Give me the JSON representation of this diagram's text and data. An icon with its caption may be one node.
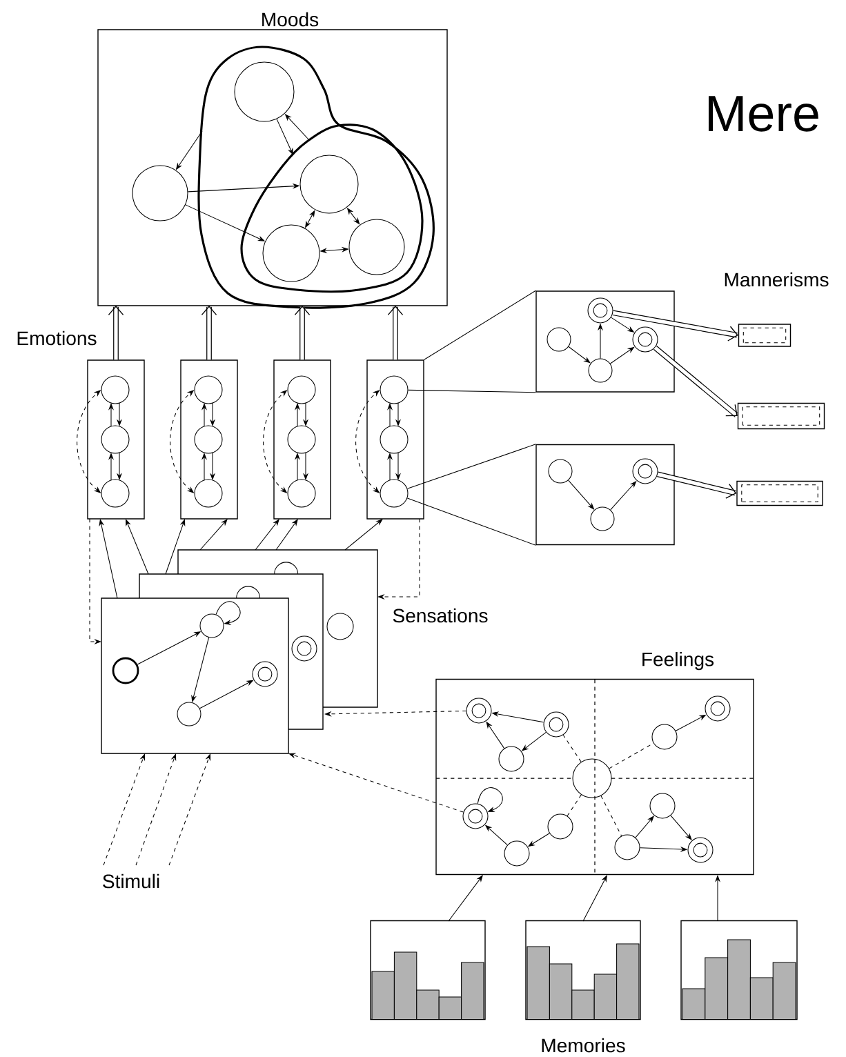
{
  "diagram": {
    "nodes": [
      {
        "text": [
          "Moods"
        ]
      },
      {
        "text": [],
        "shape": "blob",
        "in": 0
      },
      {
        "text": [],
        "shape": "blob",
        "in": 1
      },
      {
        "text": [],
        "shape": "circle",
        "in": 1
      },
      {
        "text": [],
        "shape": "circle",
        "in": 0
      },
      {
        "text": [],
        "shape": "circle",
        "in": 2
      },
      {
        "text": [],
        "shape": "circle",
        "in": 2
      },
      {
        "text": [],
        "shape": "circle",
        "in": 2
      },
      {
        "text": [],
        "shape": "box"
      },
      {
        "text": [],
        "shape": "circle",
        "in": 8
      },
      {
        "text": [],
        "shape": "circle",
        "in": 8
      },
      {
        "text": [],
        "shape": "circle",
        "in": 8
      },
      {
        "text": [],
        "shape": "box"
      },
      {
        "text": [],
        "shape": "circle",
        "in": 12
      },
      {
        "text": [],
        "shape": "circle",
        "in": 12
      },
      {
        "text": [],
        "shape": "circle",
        "in": 12
      },
      {
        "text": [],
        "shape": "box"
      },
      {
        "text": [],
        "shape": "circle",
        "in": 16
      },
      {
        "text": [],
        "shape": "circle",
        "in": 16
      },
      {
        "text": [],
        "shape": "circle",
        "in": 16
      },
      {
        "text": [],
        "shape": "box"
      },
      {
        "text": [],
        "shape": "circle",
        "in": 20
      },
      {
        "text": [],
        "shape": "circle",
        "in": 20
      },
      {
        "text": [],
        "shape": "circle",
        "in": 20
      },
      {
        "text": [],
        "shape": "box"
      },
      {
        "text": [],
        "shape": "circle",
        "in": 24
      },
      {
        "text": [],
        "shape": "ring",
        "in": 24
      },
      {
        "text": [],
        "shape": "circle",
        "in": 24
      },
      {
        "text": [],
        "shape": "ring",
        "in": 24
      },
      {
        "text": [],
        "shape": "box"
      },
      {
        "text": [],
        "shape": "circle",
        "in": 29
      },
      {
        "text": [],
        "shape": "circle",
        "in": 29
      },
      {
        "text": [],
        "shape": "ring",
        "in": 29
      },
      {
        "text": [],
        "shape": "box"
      },
      {
        "text": [],
        "shape": "box"
      },
      {
        "text": [],
        "shape": "box"
      },
      {
        "text": [],
        "shape": "box"
      },
      {
        "text": [],
        "shape": "circle",
        "in": 36
      },
      {
        "text": [],
        "shape": "circle",
        "in": 36
      },
      {
        "text": [],
        "shape": "circle",
        "in": 36
      },
      {
        "text": [],
        "shape": "ring",
        "in": 36
      },
      {
        "text": [],
        "shape": "circle"
      },
      {
        "text": [],
        "shape": "circle",
        "in": 36
      },
      {
        "text": [],
        "shape": "circle"
      },
      {
        "text": [],
        "shape": "ring",
        "in": 36
      },
      {
        "text": [
          "Stimuli"
        ]
      },
      {
        "text": [
          "Feelings"
        ]
      },
      {
        "text": [],
        "shape": "circle",
        "in": 46
      },
      {
        "text": [],
        "shape": "ring",
        "in": 46
      },
      {
        "text": [],
        "shape": "ring",
        "in": 46
      },
      {
        "text": [],
        "shape": "circle",
        "in": 46
      },
      {
        "text": [],
        "shape": "ring",
        "in": 46
      },
      {
        "text": [],
        "shape": "circle",
        "in": 46
      },
      {
        "text": [],
        "shape": "ring",
        "in": 46
      },
      {
        "text": [],
        "shape": "circle",
        "in": 46
      },
      {
        "text": [],
        "shape": "circle",
        "in": 46
      },
      {
        "text": [],
        "shape": "circle",
        "in": 46
      },
      {
        "text": [],
        "shape": "circle",
        "in": 46
      },
      {
        "text": [],
        "shape": "ring",
        "in": 46
      },
      {
        "text": [],
        "shape": "picture"
      },
      {
        "text": [],
        "shape": "picture"
      },
      {
        "text": [],
        "shape": "picture"
      }
    ],
    "edges": [
      {
        "from": 1,
        "to": 4,
        "arrow": "to"
      },
      {
        "from": 3,
        "to": 2,
        "arrow": "to"
      },
      {
        "from": 2,
        "to": 3,
        "arrow": "to"
      },
      {
        "from": 4,
        "to": 5,
        "arrow": "to"
      },
      {
        "from": 4,
        "to": 6,
        "arrow": "to"
      },
      {
        "from": 5,
        "to": 6,
        "arrow": "both"
      },
      {
        "from": 5,
        "to": 7,
        "arrow": "both"
      },
      {
        "from": 6,
        "to": 7,
        "arrow": "both"
      },
      {
        "from": 9,
        "to": 10,
        "arrow": "to"
      },
      {
        "from": 10,
        "to": 9,
        "arrow": "to"
      },
      {
        "from": 10,
        "to": 11,
        "arrow": "to"
      },
      {
        "from": 11,
        "to": 10,
        "arrow": "to"
      },
      {
        "from": 11,
        "to": 9,
        "arrow": "both",
        "style": "dashed"
      },
      {
        "from": 13,
        "to": 14,
        "arrow": "to"
      },
      {
        "from": 14,
        "to": 13,
        "arrow": "to"
      },
      {
        "from": 14,
        "to": 15,
        "arrow": "to"
      },
      {
        "from": 15,
        "to": 14,
        "arrow": "to"
      },
      {
        "from": 15,
        "to": 13,
        "arrow": "both",
        "style": "dashed"
      },
      {
        "from": 17,
        "to": 18,
        "arrow": "to"
      },
      {
        "from": 18,
        "to": 17,
        "arrow": "to"
      },
      {
        "from": 18,
        "to": 19,
        "arrow": "to"
      },
      {
        "from": 19,
        "to": 18,
        "arrow": "to"
      },
      {
        "from": 19,
        "to": 17,
        "arrow": "both",
        "style": "dashed"
      },
      {
        "from": 21,
        "to": 22,
        "arrow": "to"
      },
      {
        "from": 22,
        "to": 21,
        "arrow": "to"
      },
      {
        "from": 22,
        "to": 23,
        "arrow": "to"
      },
      {
        "from": 23,
        "to": 22,
        "arrow": "to"
      },
      {
        "from": 23,
        "to": 21,
        "arrow": "both",
        "style": "dashed"
      },
      {
        "from": 8,
        "to": 0,
        "arrow": "to",
        "style": "thick"
      },
      {
        "from": 12,
        "to": 0,
        "arrow": "to",
        "style": "thick"
      },
      {
        "from": 16,
        "to": 0,
        "arrow": "to",
        "style": "thick"
      },
      {
        "from": 20,
        "to": 0,
        "arrow": "to",
        "style": "thick"
      },
      {
        "from": 20,
        "to": 24,
        "arrow": "none"
      },
      {
        "from": 21,
        "to": 24,
        "arrow": "none"
      },
      {
        "from": 23,
        "to": 29,
        "arrow": "none"
      },
      {
        "from": 23,
        "to": 29,
        "arrow": "none"
      },
      {
        "from": 25,
        "to": 27,
        "arrow": "to"
      },
      {
        "from": 27,
        "to": 26,
        "arrow": "to"
      },
      {
        "from": 27,
        "to": 28,
        "arrow": "to"
      },
      {
        "from": 26,
        "to": 28,
        "arrow": "to"
      },
      {
        "from": 26,
        "to": 33,
        "arrow": "to",
        "style": "thick"
      },
      {
        "from": 28,
        "to": 34,
        "arrow": "to",
        "style": "thick"
      },
      {
        "from": 30,
        "to": 31,
        "arrow": "to"
      },
      {
        "from": 31,
        "to": 32,
        "arrow": "to"
      },
      {
        "from": 32,
        "to": 35,
        "arrow": "to",
        "style": "thick"
      },
      {
        "from": 36,
        "to": 8,
        "arrow": "to"
      },
      {
        "from": 36,
        "to": 8,
        "arrow": "to"
      },
      {
        "from": 36,
        "to": 12,
        "arrow": "to"
      },
      {
        "from": 36,
        "to": 12,
        "arrow": "to"
      },
      {
        "from": 36,
        "to": 16,
        "arrow": "to"
      },
      {
        "from": 36,
        "to": 16,
        "arrow": "to"
      },
      {
        "from": 36,
        "to": 20,
        "arrow": "to"
      },
      {
        "from": 8,
        "to": 36,
        "arrow": "to",
        "style": "dashed"
      },
      {
        "from": 20,
        "to": 36,
        "arrow": "to",
        "style": "dashed"
      },
      {
        "from": 41,
        "to": 42,
        "arrow": "to"
      },
      {
        "from": 42,
        "to": 42,
        "arrow": "to"
      },
      {
        "from": 42,
        "to": 43,
        "arrow": "to"
      },
      {
        "from": 43,
        "to": 44,
        "arrow": "to"
      },
      {
        "from": 45,
        "to": 36,
        "arrow": "to",
        "style": "dashed"
      },
      {
        "from": 45,
        "to": 36,
        "arrow": "to",
        "style": "dashed"
      },
      {
        "from": 45,
        "to": 36,
        "arrow": "to",
        "style": "dashed"
      },
      {
        "from": 48,
        "to": 36,
        "arrow": "to",
        "style": "dashed"
      },
      {
        "from": 53,
        "to": 36,
        "arrow": "to",
        "style": "dashed"
      },
      {
        "from": 49,
        "to": 48,
        "arrow": "to"
      },
      {
        "from": 50,
        "to": 48,
        "arrow": "to"
      },
      {
        "from": 49,
        "to": 50,
        "arrow": "to"
      },
      {
        "from": 47,
        "to": 49,
        "arrow": "none",
        "style": "dashed"
      },
      {
        "from": 47,
        "to": 52,
        "arrow": "none",
        "style": "dashed"
      },
      {
        "from": 52,
        "to": 51,
        "arrow": "to"
      },
      {
        "from": 47,
        "to": 54,
        "arrow": "none",
        "style": "dashed"
      },
      {
        "from": 54,
        "to": 55,
        "arrow": "to"
      },
      {
        "from": 55,
        "to": 53,
        "arrow": "to"
      },
      {
        "from": 53,
        "to": 53,
        "arrow": "to"
      },
      {
        "from": 47,
        "to": 57,
        "arrow": "none",
        "style": "dashed"
      },
      {
        "from": 57,
        "to": 56,
        "arrow": "to"
      },
      {
        "from": 56,
        "to": 58,
        "arrow": "to"
      },
      {
        "from": 57,
        "to": 58,
        "arrow": "to"
      },
      {
        "from": 59,
        "to": 46,
        "arrow": "to"
      },
      {
        "from": 60,
        "to": 46,
        "arrow": "to"
      },
      {
        "from": 61,
        "to": 46,
        "arrow": "to"
      }
    ],
    "labels": [
      "Mere",
      "Mannerisms",
      "Emotions",
      "Sensations",
      "Memories"
    ]
  }
}
